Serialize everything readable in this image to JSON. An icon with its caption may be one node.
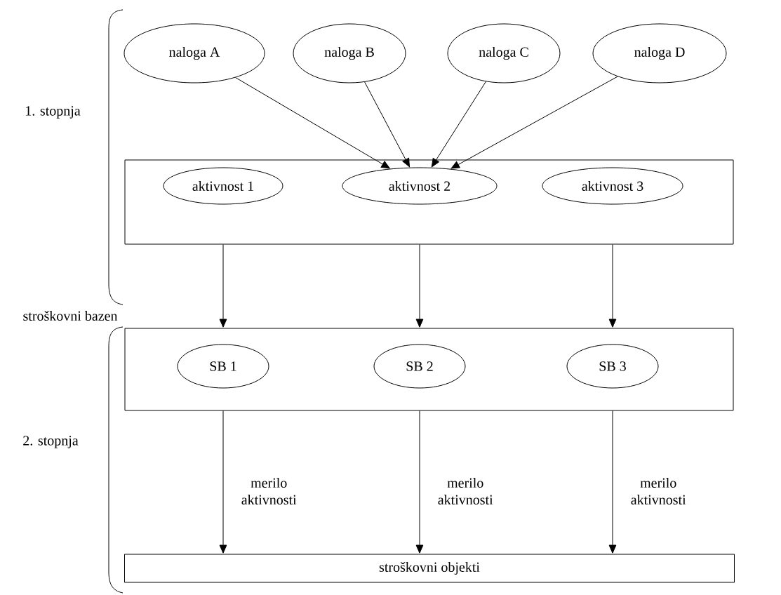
{
  "diagram": {
    "nodes": [
      {
        "text": [
          "naloga A"
        ]
      },
      {
        "text": [
          "naloga B"
        ]
      },
      {
        "text": [
          "naloga C"
        ]
      },
      {
        "text": [
          "naloga D"
        ]
      },
      {
        "text": [],
        "shape": "box"
      },
      {
        "text": [
          "aktivnost 1"
        ],
        "in": 4
      },
      {
        "text": [
          "aktivnost 2"
        ],
        "in": 4
      },
      {
        "text": [
          "aktivnost 3"
        ],
        "in": 4
      },
      {
        "text": [],
        "shape": "box"
      },
      {
        "text": [
          "SB 1"
        ],
        "in": 8
      },
      {
        "text": [
          "SB 2"
        ],
        "in": 8
      },
      {
        "text": [
          "SB 3"
        ],
        "in": 8
      },
      {
        "text": [
          "stroškovni objekti"
        ]
      }
    ],
    "edges": [
      {
        "from": 0,
        "to": 6,
        "arrow": "to"
      },
      {
        "from": 1,
        "to": 6,
        "arrow": "to"
      },
      {
        "from": 2,
        "to": 6,
        "arrow": "to"
      },
      {
        "from": 3,
        "to": 6,
        "arrow": "to"
      },
      {
        "from": 5,
        "to": 9,
        "arrow": "to"
      },
      {
        "from": 6,
        "to": 10,
        "arrow": "to"
      },
      {
        "from": 7,
        "to": 11,
        "arrow": "to"
      },
      {
        "from": 9,
        "to": 12,
        "arrow": "to",
        "label": "merilo aktivnosti"
      },
      {
        "from": 10,
        "to": 12,
        "arrow": "to",
        "label": "merilo aktivnosti"
      },
      {
        "from": 11,
        "to": 12,
        "arrow": "to",
        "label": "merilo aktivnosti"
      }
    ],
    "labels": [
      "1. stopnja",
      "stroškovni bazen",
      "2. stopnja"
    ]
  }
}
